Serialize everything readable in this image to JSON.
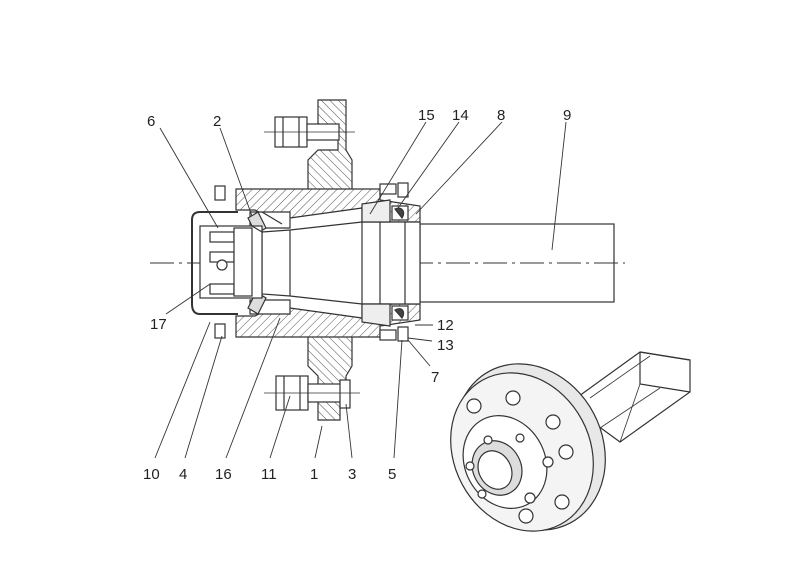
{
  "labels": {
    "l1": "1",
    "l2": "2",
    "l3": "3",
    "l4": "4",
    "l5": "5",
    "l6": "6",
    "l7": "7",
    "l8": "8",
    "l9": "9",
    "l10": "10",
    "l11": "11",
    "l12": "12",
    "l13": "13",
    "l14": "14",
    "l15": "15",
    "l16": "16",
    "l17": "17"
  },
  "colors": {
    "line": "#333333",
    "hatch": "#555555",
    "shade": "#e6e6e6",
    "dark": "#4a4a4a"
  }
}
